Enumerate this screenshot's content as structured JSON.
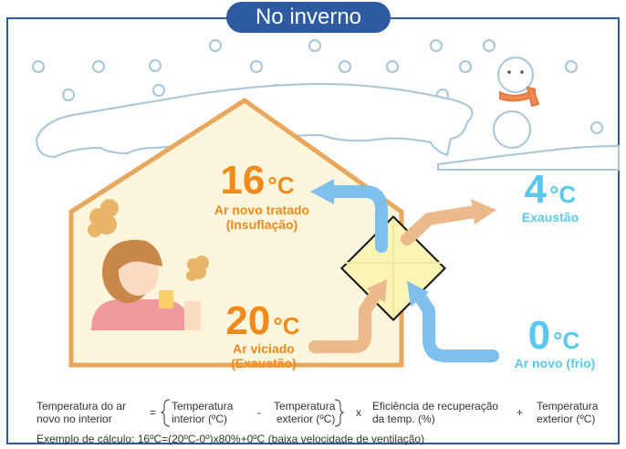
{
  "title": "No inverno",
  "labels": {
    "treated": {
      "temp": "16",
      "unit": "°C",
      "line1": "Ar novo tratado",
      "line2": "(Insuflação)"
    },
    "exhaust_out": {
      "temp": "4",
      "unit": "°C",
      "line1": "Exaustão"
    },
    "stale": {
      "temp": "20",
      "unit": "°C",
      "line1": "Ar viciado",
      "line2": "(Exaustão)"
    },
    "fresh": {
      "temp": "0",
      "unit": "°C",
      "line1": "Ar novo (frio)"
    }
  },
  "formula": {
    "result": {
      "line1": "Temperatura do ar",
      "line2": "novo no interior"
    },
    "eq": "=",
    "inner": {
      "line1": "Temperatura",
      "line2": "interior (ºC)"
    },
    "minus": "-",
    "outer": {
      "line1": "Temperatura",
      "line2": "exterior (ºC)"
    },
    "times": "x",
    "eff": {
      "line1": "Eficiência de recuperação",
      "line2": "da temp. (%)"
    },
    "plus": "+",
    "ext": {
      "line1": "Temperatura",
      "line2": "exterior (ºC)"
    },
    "example": "Exemplo de cálculo: 16ºC=(20ºC-0º)x80%+0ºC (baixa velocidade de ventilação)"
  },
  "colors": {
    "frame": "#2d5aa0",
    "house_fill": "#fdf5dc",
    "house_stroke": "#e8a75c",
    "warm": "#f08a1c",
    "cold": "#5ac8ec",
    "cold_arrow": "#7fbfec",
    "warm_arrow": "#ebb98a",
    "snow_stroke": "#a8c4d8"
  }
}
